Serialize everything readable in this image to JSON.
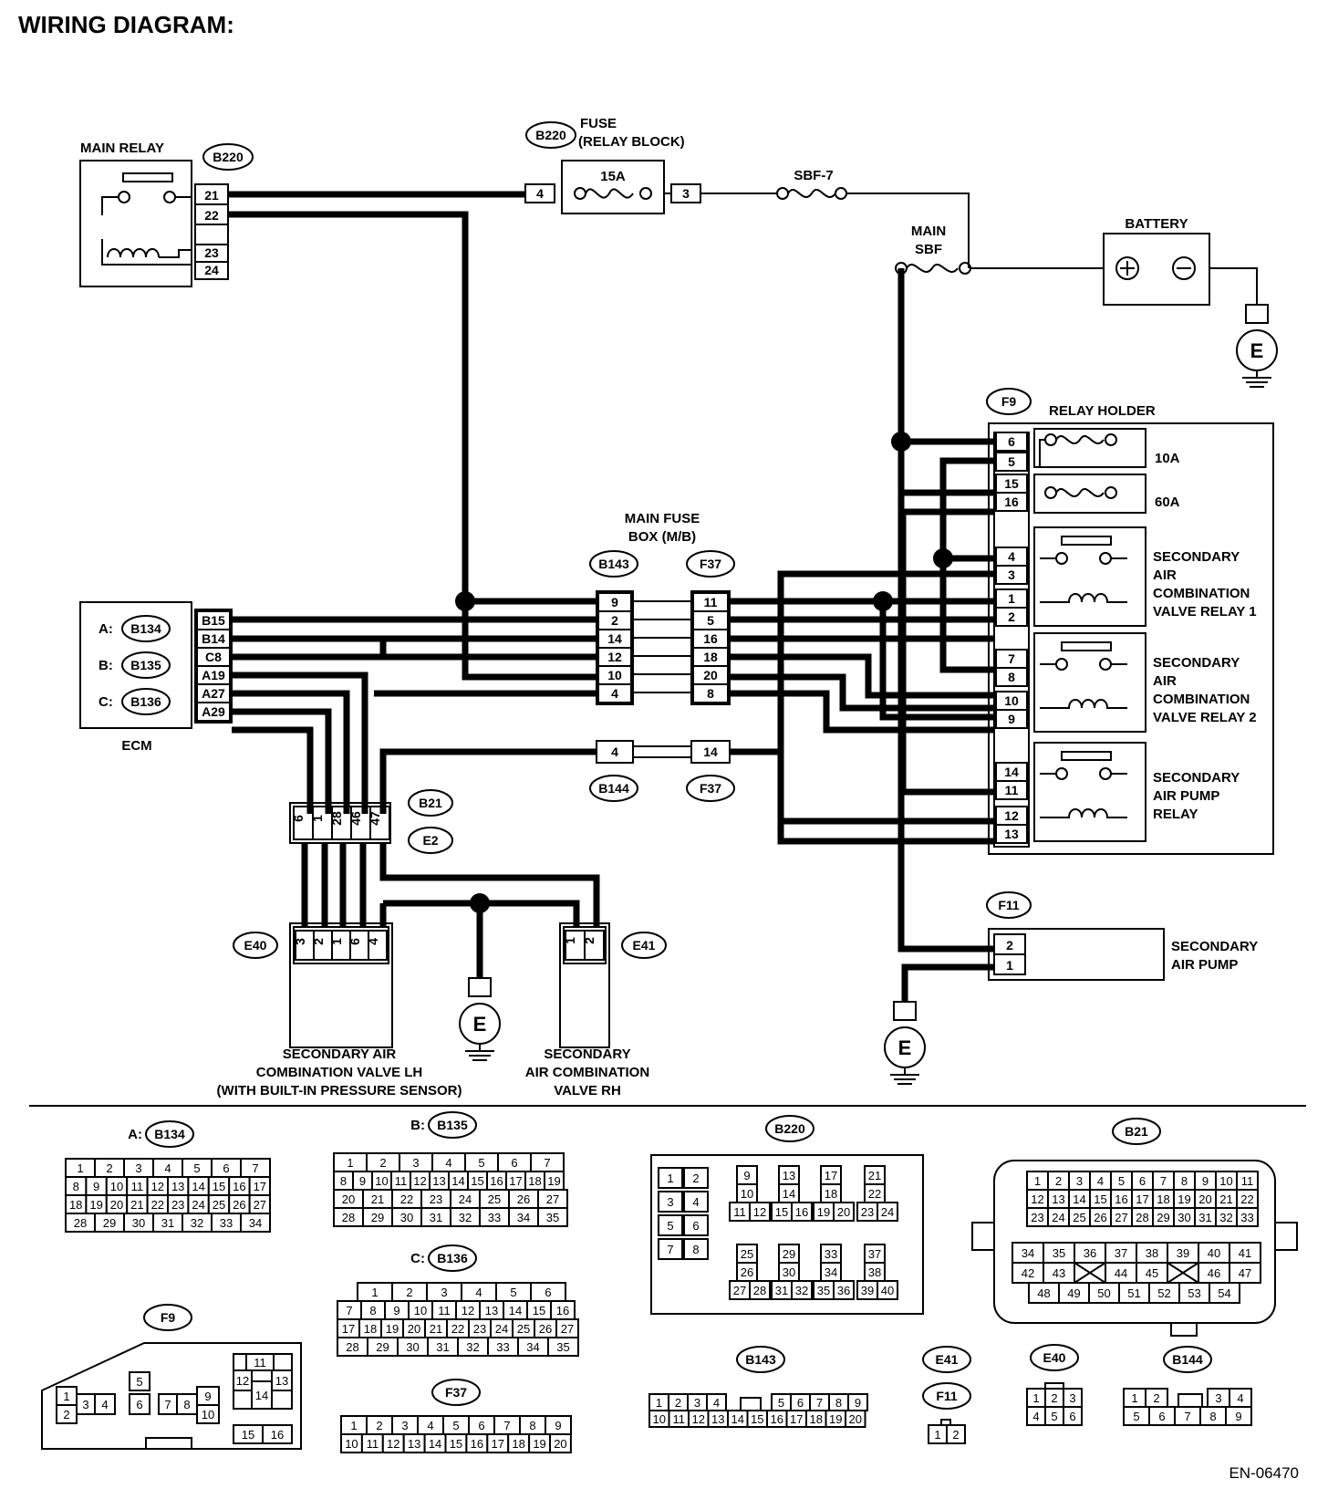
{
  "title": "WIRING DIAGRAM:",
  "doc_id": "EN-06470",
  "main_relay": {
    "label": "MAIN RELAY",
    "connector": "B220",
    "pins": [
      "21",
      "22",
      "23",
      "24"
    ]
  },
  "fuse_block": {
    "connector": "B220",
    "label": "FUSE",
    "sublabel": "(RELAY BLOCK)",
    "rating": "15A",
    "pin_in": "4",
    "pin_out": "3"
  },
  "sbf7": {
    "label": "SBF-7"
  },
  "main_sbf": {
    "label": "MAIN",
    "label2": "SBF"
  },
  "battery": {
    "label": "BATTERY"
  },
  "ground": {
    "label": "E"
  },
  "ecm": {
    "label": "ECM",
    "pins": [
      "B15",
      "B14",
      "C8",
      "A19",
      "A27",
      "A29"
    ],
    "connectors": [
      {
        "prefix": "A:",
        "name": "B134"
      },
      {
        "prefix": "B:",
        "name": "B135"
      },
      {
        "prefix": "C:",
        "name": "B136"
      }
    ]
  },
  "main_fuse_box": {
    "label": "MAIN FUSE",
    "label2": "BOX (M/B)",
    "conn_left": "B143",
    "conn_right": "F37",
    "left_pins": [
      "9",
      "2",
      "14",
      "12",
      "10",
      "4"
    ],
    "right_pins": [
      "11",
      "5",
      "16",
      "18",
      "20",
      "8"
    ],
    "extra_left": "4",
    "extra_right": "14",
    "extra_conn_left": "B144",
    "extra_conn_right": "F37"
  },
  "relay_holder": {
    "label": "RELAY HOLDER",
    "connector": "F9",
    "pins": [
      "6",
      "5",
      "15",
      "16",
      "4",
      "3",
      "1",
      "2",
      "7",
      "8",
      "10",
      "9",
      "14",
      "11",
      "12",
      "13"
    ],
    "fuse1": "10A",
    "fuse2": "60A",
    "relay1": [
      "SECONDARY",
      "AIR",
      "COMBINATION",
      "VALVE RELAY 1"
    ],
    "relay2": [
      "SECONDARY",
      "AIR",
      "COMBINATION",
      "VALVE RELAY 2"
    ],
    "relay3": [
      "SECONDARY",
      "AIR PUMP",
      "RELAY"
    ]
  },
  "b21": {
    "conn1": "B21",
    "conn2": "E2",
    "pins": [
      "6",
      "1",
      "28",
      "46",
      "47"
    ]
  },
  "valve_lh": {
    "connector": "E40",
    "pins": [
      "3",
      "2",
      "1",
      "6",
      "4"
    ],
    "label": [
      "SECONDARY AIR",
      "COMBINATION VALVE LH",
      "(WITH BUILT-IN PRESSURE SENSOR)"
    ]
  },
  "valve_rh": {
    "connector": "E41",
    "pins": [
      "1",
      "2"
    ],
    "label": [
      "SECONDARY",
      "AIR COMBINATION",
      "VALVE RH"
    ]
  },
  "air_pump": {
    "connector": "F11",
    "pins": [
      "2",
      "1"
    ],
    "label": [
      "SECONDARY",
      "AIR PUMP"
    ]
  },
  "legend": {
    "b134": {
      "prefix": "A:",
      "name": "B134",
      "rows": [
        [
          "1",
          "2",
          "3",
          "4",
          "5",
          "6",
          "7"
        ],
        [
          "8",
          "9",
          "10",
          "11",
          "12",
          "13",
          "14",
          "15",
          "16",
          "17"
        ],
        [
          "18",
          "19",
          "20",
          "21",
          "22",
          "23",
          "24",
          "25",
          "26",
          "27"
        ],
        [
          "28",
          "29",
          "30",
          "31",
          "32",
          "33",
          "34"
        ]
      ]
    },
    "b135": {
      "prefix": "B:",
      "name": "B135",
      "rows": [
        [
          "1",
          "2",
          "3",
          "4",
          "5",
          "6",
          "7"
        ],
        [
          "8",
          "9",
          "10",
          "11",
          "12",
          "13",
          "14",
          "15",
          "16",
          "17",
          "18",
          "19"
        ],
        [
          "20",
          "21",
          "22",
          "23",
          "24",
          "25",
          "26",
          "27"
        ],
        [
          "28",
          "29",
          "30",
          "31",
          "32",
          "33",
          "34",
          "35"
        ]
      ]
    },
    "b136": {
      "prefix": "C:",
      "name": "B136",
      "rows": [
        [
          "1",
          "2",
          "3",
          "4",
          "5",
          "6"
        ],
        [
          "7",
          "8",
          "9",
          "10",
          "11",
          "12",
          "13",
          "14",
          "15",
          "16"
        ],
        [
          "17",
          "18",
          "19",
          "20",
          "21",
          "22",
          "23",
          "24",
          "25",
          "26",
          "27"
        ],
        [
          "28",
          "29",
          "30",
          "31",
          "32",
          "33",
          "34",
          "35"
        ]
      ]
    },
    "b220": {
      "name": "B220",
      "cells": [
        "1",
        "2",
        "3",
        "4",
        "5",
        "6",
        "7",
        "8",
        "9",
        "10",
        "11",
        "12",
        "13",
        "14",
        "15",
        "16",
        "17",
        "18",
        "19",
        "20",
        "21",
        "22",
        "23",
        "24",
        "25",
        "26",
        "27",
        "28",
        "29",
        "30",
        "31",
        "32",
        "33",
        "34",
        "35",
        "36",
        "37",
        "38",
        "39",
        "40"
      ]
    },
    "b21": {
      "name": "B21",
      "rows": [
        [
          "1",
          "2",
          "3",
          "4",
          "5",
          "6",
          "7",
          "8",
          "9",
          "10",
          "11"
        ],
        [
          "12",
          "13",
          "14",
          "15",
          "16",
          "17",
          "18",
          "19",
          "20",
          "21",
          "22"
        ],
        [
          "23",
          "24",
          "25",
          "26",
          "27",
          "28",
          "29",
          "30",
          "31",
          "32",
          "33"
        ],
        [
          "34",
          "35",
          "36",
          "37",
          "38",
          "39",
          "40",
          "41"
        ],
        [
          "42",
          "43",
          "44",
          "45",
          "46",
          "47"
        ],
        [
          "48",
          "49",
          "50",
          "51",
          "52",
          "53",
          "54"
        ]
      ]
    },
    "f9": {
      "name": "F9",
      "cells": [
        "1",
        "2",
        "3",
        "4",
        "5",
        "6",
        "7",
        "8",
        "9",
        "10",
        "11",
        "12",
        "13",
        "14",
        "15",
        "16"
      ]
    },
    "f37": {
      "name": "F37",
      "rows": [
        [
          "1",
          "2",
          "3",
          "4",
          "5",
          "6",
          "7",
          "8",
          "9"
        ],
        [
          "10",
          "11",
          "12",
          "13",
          "14",
          "15",
          "16",
          "17",
          "18",
          "19",
          "20"
        ]
      ]
    },
    "b143": {
      "name": "B143",
      "rows": [
        [
          "1",
          "2",
          "3",
          "4",
          "5",
          "6",
          "7",
          "8",
          "9"
        ],
        [
          "10",
          "11",
          "12",
          "13",
          "14",
          "15",
          "16",
          "17",
          "18",
          "19",
          "20"
        ]
      ]
    },
    "e41": {
      "name": "E41"
    },
    "f11": {
      "name": "F11",
      "cells": [
        "1",
        "2"
      ]
    },
    "e40": {
      "name": "E40",
      "rows": [
        [
          "1",
          "2",
          "3"
        ],
        [
          "4",
          "5",
          "6"
        ]
      ]
    },
    "b144": {
      "name": "B144",
      "rows": [
        [
          "1",
          "2",
          "3",
          "4"
        ],
        [
          "5",
          "6",
          "7",
          "8",
          "9"
        ]
      ]
    }
  }
}
